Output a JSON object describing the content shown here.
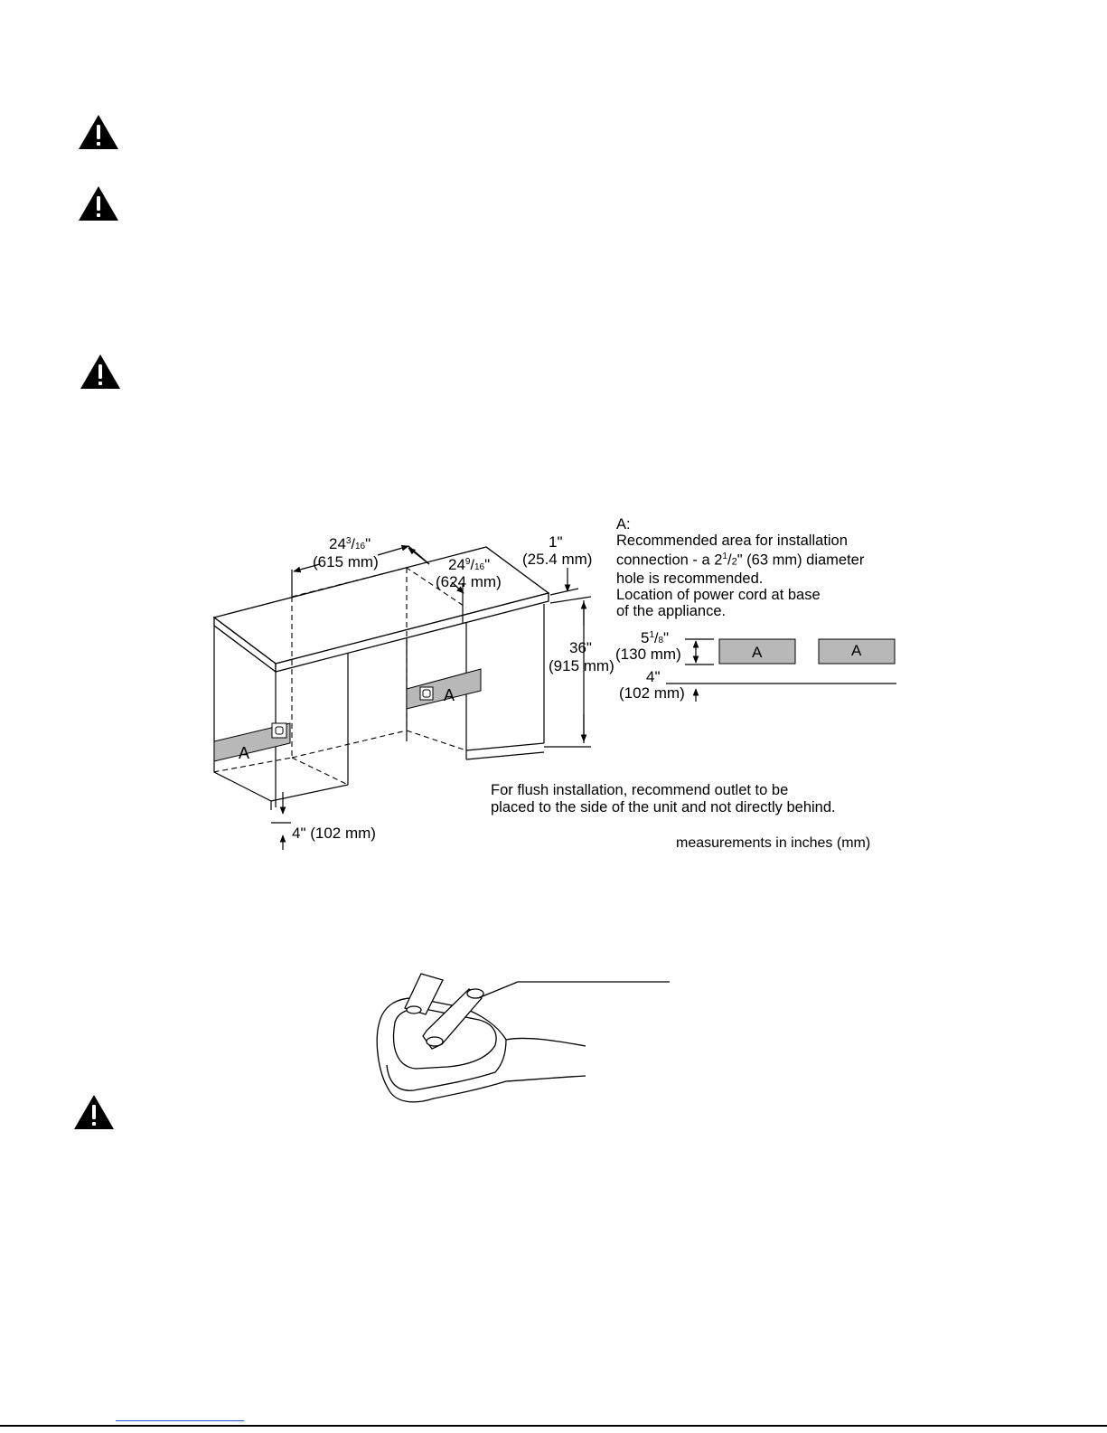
{
  "icons": {
    "warning": "warning-triangle-icon",
    "count": 4
  },
  "figure": {
    "dims": {
      "width_whole": "24",
      "width_frac_num": "3",
      "width_frac_den": "16",
      "width_inch_mark": "\"",
      "width_mm": "(615 mm)",
      "depth_whole": "24",
      "depth_frac_num": "9",
      "depth_frac_den": "16",
      "depth_inch_mark": "\"",
      "depth_mm": "(624 mm)",
      "top_in": "1\"",
      "top_mm": "(25.4 mm)",
      "height_in": "36\"",
      "height_mm": "(915 mm)",
      "base_gap": "4\" (102 mm)",
      "zone_height_whole": "5",
      "zone_height_num": "1",
      "zone_height_den": "8",
      "zone_height_mark": "\"",
      "zone_height_mm": "(130 mm)",
      "zone_offset_in": "4\"",
      "zone_offset_mm": "(102 mm)"
    },
    "area_label": "A",
    "legend": {
      "title": "A:",
      "line1": "Recommended area for installation",
      "line2_pre": "connection - a 2",
      "line2_num": "1",
      "line2_slash": "/",
      "line2_den": "2",
      "line2_post": "\" (63 mm) diameter",
      "line3": "hole is recommended.",
      "line4": "Location of power cord at base",
      "line5": "of the appliance."
    },
    "flush_note_1": "For flush installation, recommend outlet to be",
    "flush_note_2": "placed to the side of the unit and not directly behind.",
    "units_note": "measurements in inches (mm)"
  }
}
